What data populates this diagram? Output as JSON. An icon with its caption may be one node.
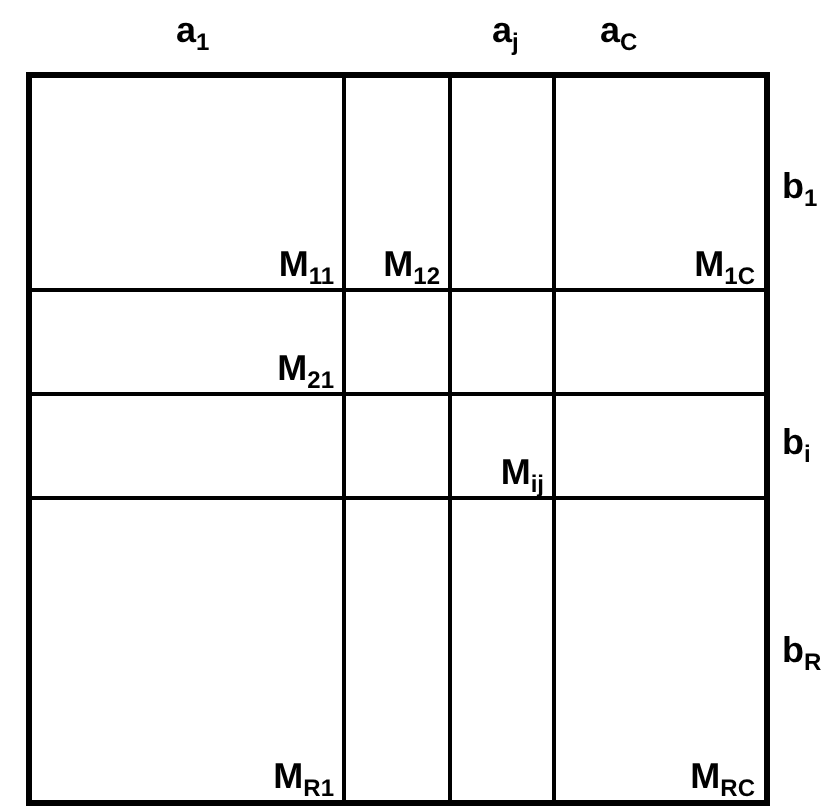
{
  "diagram": {
    "nodes": [
      {
        "text": [
          "M$_{11}$"
        ]
      },
      {
        "text": [
          "M$_{12}$"
        ]
      },
      {
        "text": [],
        "shape": "box"
      },
      {
        "text": [
          "M$_{1C}$"
        ]
      },
      {
        "text": [
          "M$_{21}$"
        ]
      },
      {
        "text": [],
        "shape": "box"
      },
      {
        "text": [],
        "shape": "box"
      },
      {
        "text": [],
        "shape": "box"
      },
      {
        "text": [],
        "shape": "box"
      },
      {
        "text": [],
        "shape": "box"
      },
      {
        "text": [
          "M$_{ij}$"
        ]
      },
      {
        "text": [],
        "shape": "box"
      },
      {
        "text": [
          "M$_{R1}$"
        ]
      },
      {
        "text": [],
        "shape": "box"
      },
      {
        "text": [],
        "shape": "box"
      },
      {
        "text": [
          "M$_{RC}$"
        ]
      }
    ],
    "labels": [
      "a$_{1}$",
      "a$_{j}$",
      "a$_{C}$",
      "b$_{1}$",
      "b$_{i}$",
      "b$_{R}$"
    ]
  }
}
